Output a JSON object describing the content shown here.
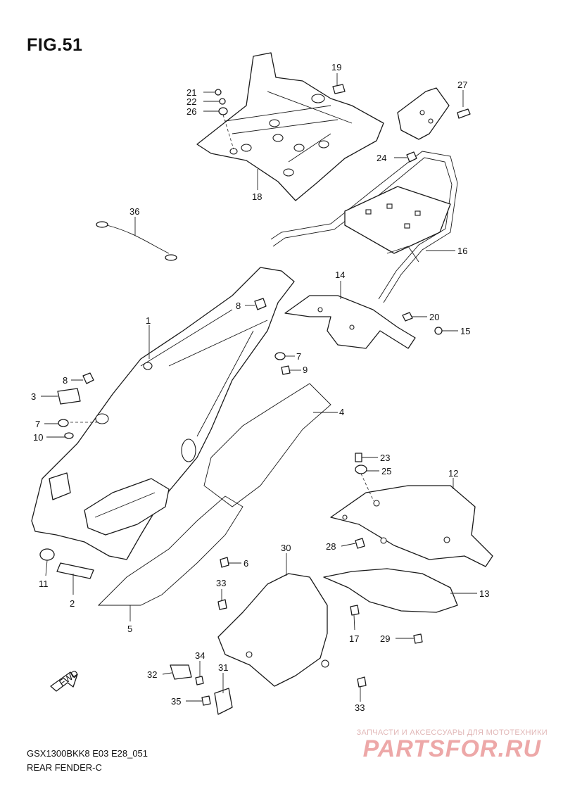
{
  "figure": {
    "title": "FIG.51",
    "model_code": "GSX1300BKK8 E03 E28_051",
    "name": "REAR FENDER-C"
  },
  "fwd_tag": "FWD",
  "callouts": [
    {
      "id": "1",
      "label": "1"
    },
    {
      "id": "2",
      "label": "2"
    },
    {
      "id": "3",
      "label": "3"
    },
    {
      "id": "4",
      "label": "4"
    },
    {
      "id": "5",
      "label": "5"
    },
    {
      "id": "6",
      "label": "6"
    },
    {
      "id": "7a",
      "label": "7"
    },
    {
      "id": "7b",
      "label": "7"
    },
    {
      "id": "8a",
      "label": "8"
    },
    {
      "id": "8b",
      "label": "8"
    },
    {
      "id": "9",
      "label": "9"
    },
    {
      "id": "10",
      "label": "10"
    },
    {
      "id": "11",
      "label": "11"
    },
    {
      "id": "12",
      "label": "12"
    },
    {
      "id": "13",
      "label": "13"
    },
    {
      "id": "14",
      "label": "14"
    },
    {
      "id": "15",
      "label": "15"
    },
    {
      "id": "16",
      "label": "16"
    },
    {
      "id": "17",
      "label": "17"
    },
    {
      "id": "18",
      "label": "18"
    },
    {
      "id": "19",
      "label": "19"
    },
    {
      "id": "20",
      "label": "20"
    },
    {
      "id": "21",
      "label": "21"
    },
    {
      "id": "22",
      "label": "22"
    },
    {
      "id": "23",
      "label": "23"
    },
    {
      "id": "24",
      "label": "24"
    },
    {
      "id": "25",
      "label": "25"
    },
    {
      "id": "26",
      "label": "26"
    },
    {
      "id": "27",
      "label": "27"
    },
    {
      "id": "28",
      "label": "28"
    },
    {
      "id": "29",
      "label": "29"
    },
    {
      "id": "30",
      "label": "30"
    },
    {
      "id": "31",
      "label": "31"
    },
    {
      "id": "32",
      "label": "32"
    },
    {
      "id": "33a",
      "label": "33"
    },
    {
      "id": "33b",
      "label": "33"
    },
    {
      "id": "34",
      "label": "34"
    },
    {
      "id": "35",
      "label": "35"
    },
    {
      "id": "36",
      "label": "36"
    }
  ],
  "watermark": {
    "tagline": "ЗАПЧАСТИ И АКСЕССУАРЫ ДЛЯ МОТОТЕХНИКИ",
    "logo": "PARTSFOR.RU"
  }
}
